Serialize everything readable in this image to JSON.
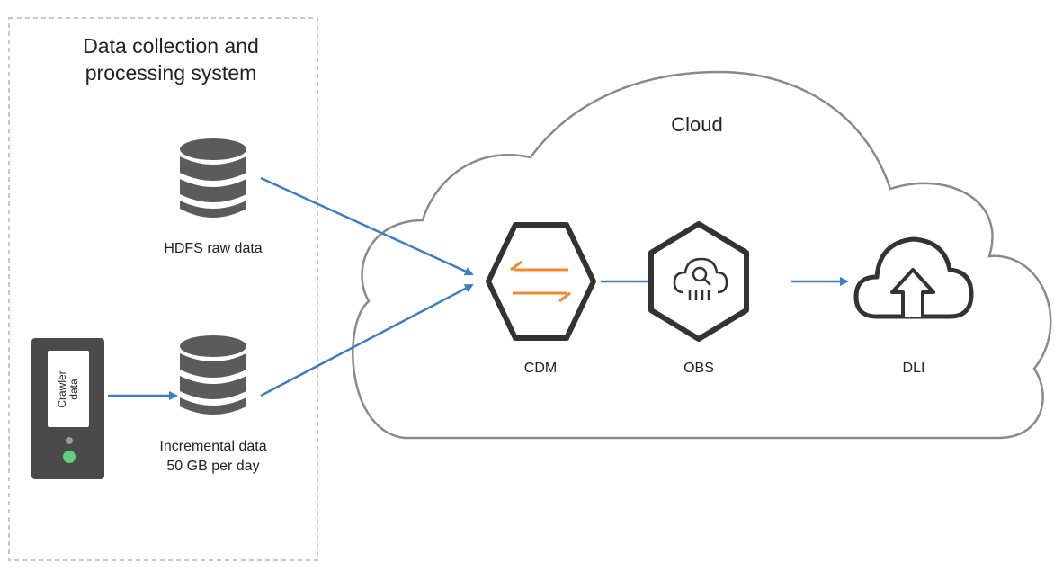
{
  "system": {
    "title_line1": "Data collection and",
    "title_line2": "processing system"
  },
  "hdfs": {
    "label": "HDFS raw data"
  },
  "crawler": {
    "label_line1": "Crawler",
    "label_line2": "data"
  },
  "incremental": {
    "label_line1": "Incremental data",
    "label_line2": "50 GB per day"
  },
  "cloud": {
    "label": "Cloud"
  },
  "services": [
    {
      "id": "cdm",
      "label": "CDM"
    },
    {
      "id": "obs",
      "label": "OBS"
    },
    {
      "id": "dli",
      "label": "DLI"
    }
  ],
  "colors": {
    "arrow": "#3a7fc4",
    "icon_dark": "#333333",
    "db": "#5b5b5b",
    "cdm_accent": "#f08a30",
    "server_body": "#4a4a4a",
    "led_green": "#5fcf80"
  }
}
